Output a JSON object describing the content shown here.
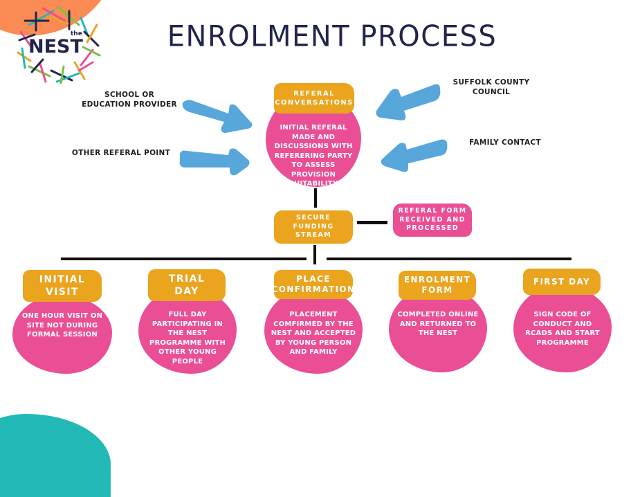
{
  "logo": {
    "small": "the",
    "name": "NEST"
  },
  "title": "ENROLMENT PROCESS",
  "colors": {
    "pink": "#ea4f95",
    "gold": "#eaa41e",
    "navy": "#22254b",
    "arrow_blue": "#4a9fd8",
    "orange_corner": "#fb8b55",
    "teal_corner": "#22b9b6"
  },
  "sources": {
    "school": "SCHOOL OR\nEDUCATION PROVIDER",
    "other": "OTHER REFERAL POINT",
    "suffolk": "SUFFOLK COUNTY\nCOUNCIL",
    "family": "FAMILY CONTACT"
  },
  "referral": {
    "label": "REFERAL\nCONVERSATIONS",
    "text": "INITIAL REFERAL MADE AND DISCUSSIONS WITH REFERERING PARTY TO ASSESS PROVISION SUITABILITY"
  },
  "funding": {
    "label": "SECURE\nFUNDING\nSTREAM"
  },
  "form_received": {
    "label": "REFERAL FORM\nRECEIVED AND\nPROCESSED"
  },
  "steps": [
    {
      "label": "INITIAL\nVISIT",
      "text": "ONE HOUR VISIT ON SITE NOT DURING FORMAL SESSION"
    },
    {
      "label": "TRIAL\nDAY",
      "text": "FULL DAY PARTICIPATING IN THE NEST PROGRAMME WITH OTHER YOUNG PEOPLE"
    },
    {
      "label": "PLACE\nCONFIRMATION",
      "text": "PLACEMENT COMFIRMED BY THE NEST AND ACCEPTED BY YOUNG PERSON AND FAMILY"
    },
    {
      "label": "ENROLMENT\nFORM",
      "text": "COMPLETED ONLINE AND RETURNED TO THE NEST"
    },
    {
      "label": "FIRST DAY",
      "text": "SIGN CODE OF CONDUCT AND RCADS AND START PROGRAMME"
    }
  ]
}
